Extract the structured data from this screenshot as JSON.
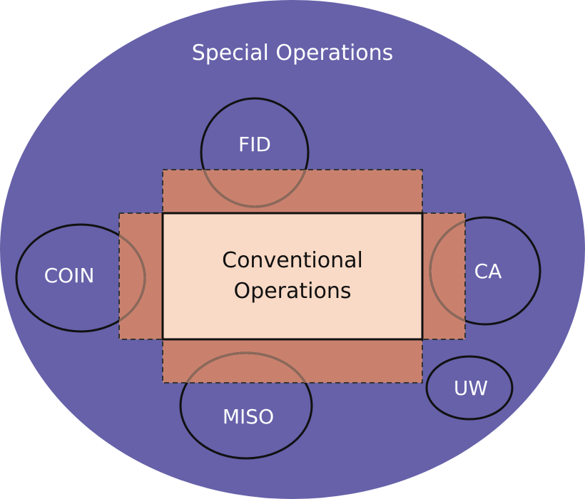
{
  "title": "Special Operations",
  "center": {
    "line1": "Conventional",
    "line2": "Operations"
  },
  "nodes": {
    "fid": "FID",
    "coin": "COIN",
    "ca": "CA",
    "miso": "MISO",
    "uw": "UW"
  },
  "colors": {
    "outer": "#6661a9",
    "overlap": "#c9816e",
    "core": "#f9dac6",
    "stroke": "#111111",
    "label": "#ffffff"
  }
}
